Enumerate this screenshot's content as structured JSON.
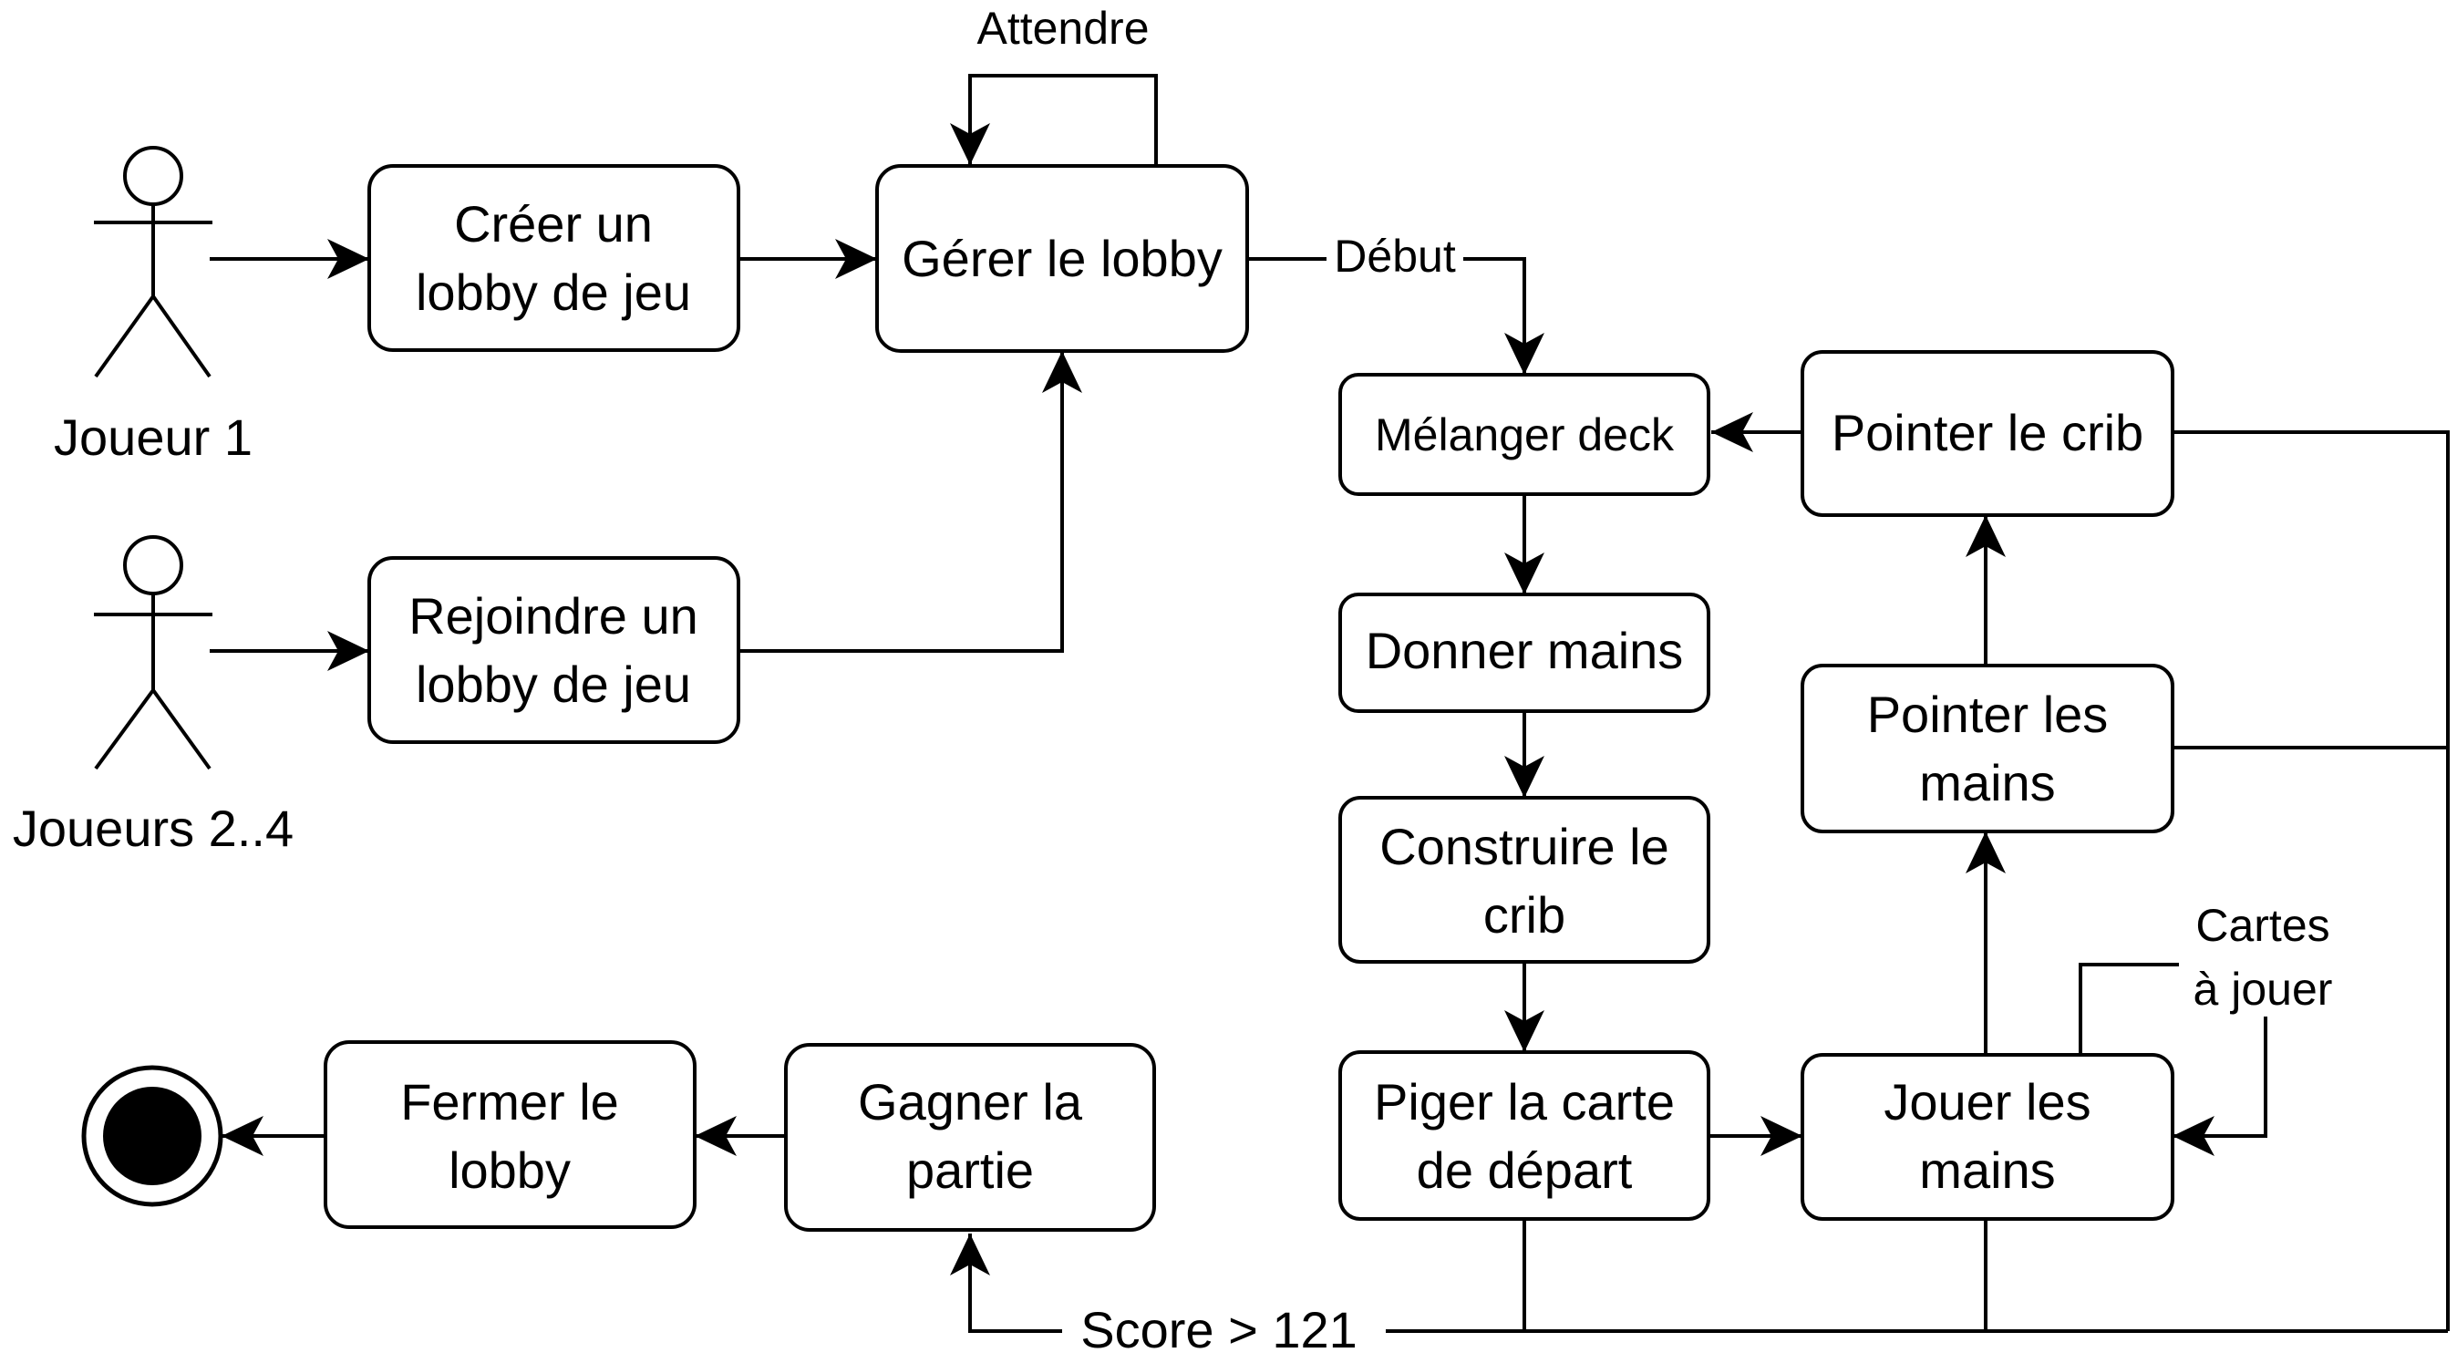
{
  "diagram": {
    "actors": {
      "player1": "Joueur 1",
      "players_rest": "Joueurs 2..4"
    },
    "nodes": {
      "create_lobby": [
        "Créer un",
        "lobby de jeu"
      ],
      "join_lobby": [
        "Rejoindre un",
        "lobby de jeu"
      ],
      "manage_lobby": [
        "Gérer le lobby"
      ],
      "shuffle_deck": [
        "Mélanger deck"
      ],
      "deal_hands": [
        "Donner mains"
      ],
      "build_crib": [
        "Construire le",
        "crib"
      ],
      "draw_start_card": [
        "Piger la carte",
        "de départ"
      ],
      "play_hands": [
        "Jouer les",
        "mains"
      ],
      "count_hands": [
        "Pointer les",
        "mains"
      ],
      "count_crib": [
        "Pointer le crib"
      ],
      "win_game": [
        "Gagner la",
        "partie"
      ],
      "close_lobby": [
        "Fermer le",
        "lobby"
      ]
    },
    "edge_labels": {
      "wait": "Attendre",
      "start": "Début",
      "cards_to_play": [
        "Cartes",
        "à jouer"
      ],
      "score_condition": "Score > 121"
    }
  }
}
